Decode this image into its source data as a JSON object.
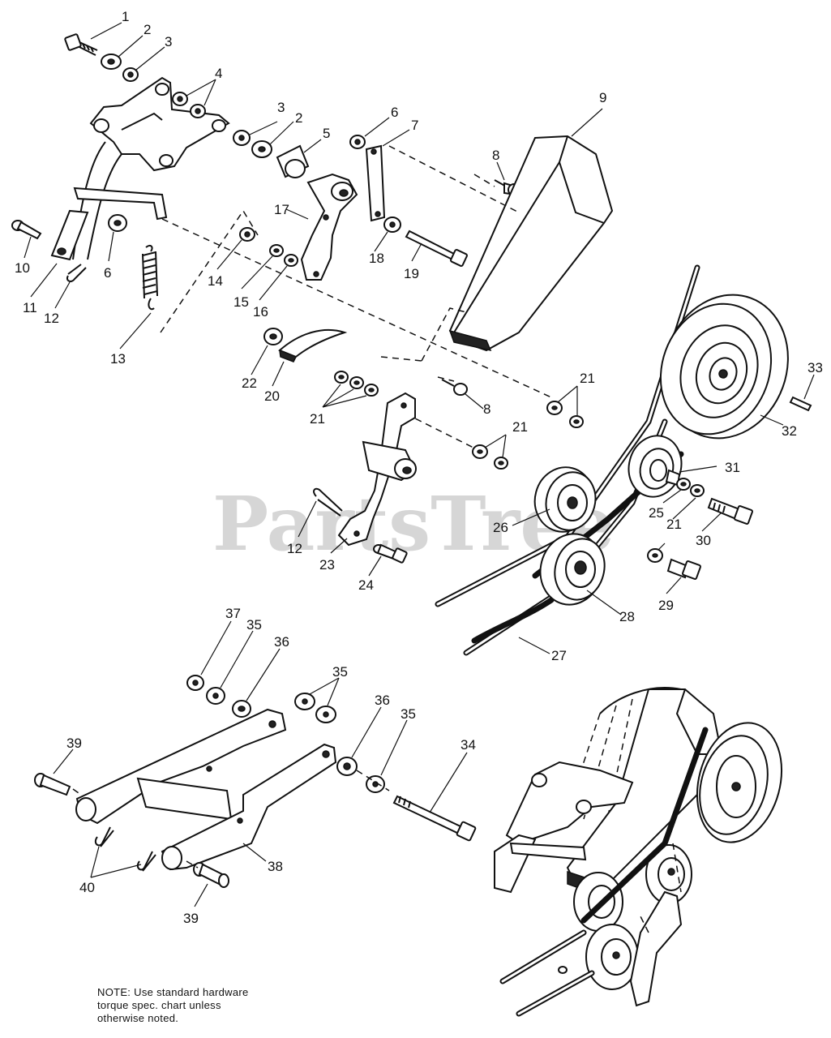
{
  "watermark": "PartsTree",
  "note": {
    "lines": [
      "NOTE: Use standard hardware",
      "torque spec. chart unless",
      "otherwise noted."
    ]
  },
  "callouts": {
    "c1": "1",
    "c2a": "2",
    "c3a": "3",
    "c4": "4",
    "c3b": "3",
    "c2b": "2",
    "c5": "5",
    "c6a": "6",
    "c7": "7",
    "c9": "9",
    "c8a": "8",
    "c17": "17",
    "c10": "10",
    "c6b": "6",
    "c14": "14",
    "c15": "15",
    "c16": "16",
    "c18": "18",
    "c19": "19",
    "c11": "11",
    "c12a": "12",
    "c13": "13",
    "c22": "22",
    "c20": "20",
    "c21a": "21",
    "c8b": "8",
    "c21b": "21",
    "c33": "33",
    "c32": "32",
    "c21c": "21",
    "c31": "31",
    "c25": "25",
    "c21d": "21",
    "c30": "30",
    "c12b": "12",
    "c26": "26",
    "c23": "23",
    "c24": "24",
    "c29": "29",
    "c28": "28",
    "c27": "27",
    "c37": "37",
    "c35a": "35",
    "c36a": "36",
    "c35b": "35",
    "c36b": "36",
    "c35c": "35",
    "c34": "34",
    "c39a": "39",
    "c38": "38",
    "c40": "40",
    "c39b": "39"
  }
}
